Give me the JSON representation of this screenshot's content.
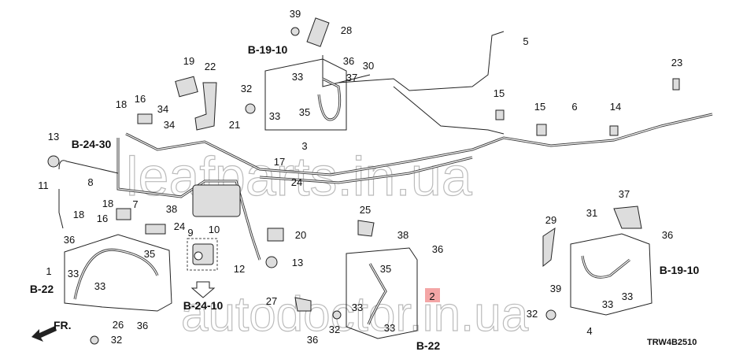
{
  "diagram": {
    "code": "TRW4B2510",
    "front_marker": "FR.",
    "highlight_color": "#f4a6a6",
    "watermarks": [
      "leafparts.in.ua",
      "autodoctor.in.ua"
    ],
    "labels": [
      "39",
      "28",
      "B-19-10",
      "36",
      "37",
      "30",
      "5",
      "23",
      "19",
      "22",
      "33",
      "32",
      "33",
      "35",
      "18",
      "16",
      "34",
      "34",
      "15",
      "15",
      "6",
      "14",
      "21",
      "3",
      "13",
      "B-24-30",
      "17",
      "24",
      "11",
      "8",
      "7",
      "18",
      "18",
      "16",
      "38",
      "24",
      "9",
      "10",
      "20",
      "25",
      "38",
      "37",
      "31",
      "29",
      "36",
      "35",
      "1",
      "33",
      "13",
      "12",
      "36",
      "36",
      "B-19-10",
      "33",
      "B-22",
      "B-24-10",
      "27",
      "33",
      "2",
      "39",
      "33",
      "33",
      "26",
      "36",
      "36",
      "32",
      "32",
      "4",
      "B-22",
      "32",
      "35",
      "33",
      "32"
    ]
  }
}
